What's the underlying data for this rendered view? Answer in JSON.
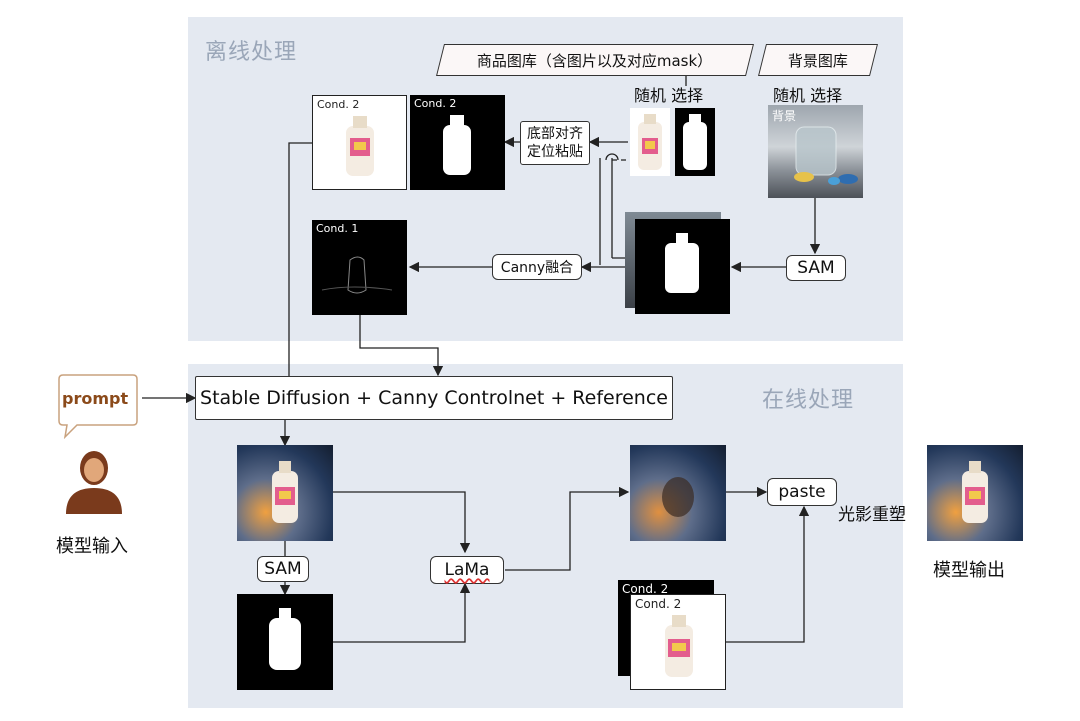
{
  "offline": {
    "title": "离线处理",
    "product_library": "商品图库（含图片以及对应mask）",
    "background_library": "背景图库",
    "random_select_1": "随机 选择",
    "random_select_2": "随机 选择",
    "background_label": "背景",
    "align_paste": "底部对齐\n定位粘贴",
    "canny_fusion": "Canny融合",
    "sam": "SAM",
    "cond2_a": "Cond. 2",
    "cond2_b": "Cond. 2",
    "cond1": "Cond. 1"
  },
  "online": {
    "title": "在线处理",
    "sd_box": "Stable Diffusion + Canny Controlnet + Reference",
    "sam": "SAM",
    "lama": "LaMa",
    "paste": "paste",
    "relight": "光影重塑",
    "cond2_back": "Cond. 2",
    "cond2_front": "Cond. 2"
  },
  "left": {
    "prompt": "prompt",
    "model_input": "模型输入"
  },
  "right": {
    "model_output": "模型输出"
  },
  "colors": {
    "panel": "#e4e9f1",
    "title": "#9aa6b8",
    "prompt_text": "#8b4a1a",
    "person": "#7a3a1c"
  }
}
